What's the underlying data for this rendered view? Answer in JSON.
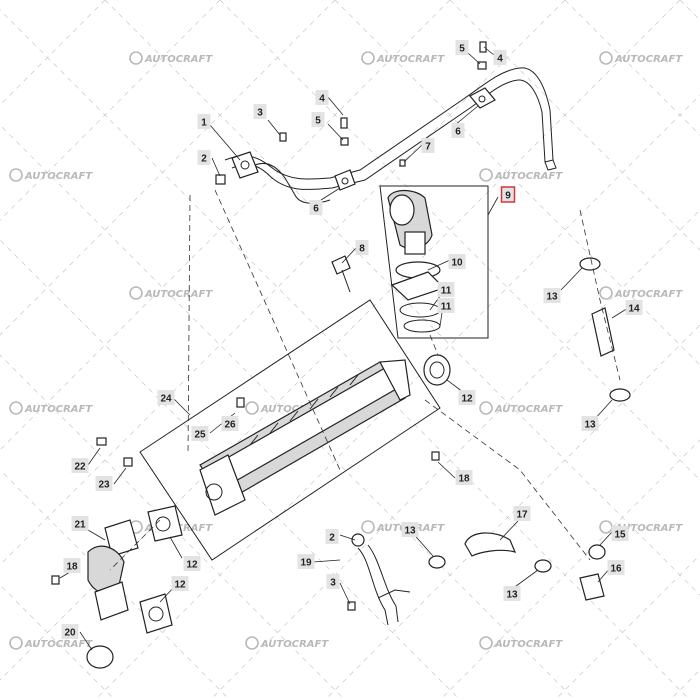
{
  "watermark": {
    "text": "AUTOCRAFT"
  },
  "callouts": [
    {
      "id": "c1",
      "label": "1",
      "highlight": false
    },
    {
      "id": "c2a",
      "label": "2",
      "highlight": false
    },
    {
      "id": "c3a",
      "label": "3",
      "highlight": false
    },
    {
      "id": "c4a",
      "label": "4",
      "highlight": false
    },
    {
      "id": "c5a",
      "label": "5",
      "highlight": false
    },
    {
      "id": "c6a",
      "label": "6",
      "highlight": false
    },
    {
      "id": "c7",
      "label": "7",
      "highlight": false
    },
    {
      "id": "c6b",
      "label": "6",
      "highlight": false
    },
    {
      "id": "c5b",
      "label": "5",
      "highlight": false
    },
    {
      "id": "c4b",
      "label": "4",
      "highlight": false
    },
    {
      "id": "c6c",
      "label": "6",
      "highlight": false
    },
    {
      "id": "c9",
      "label": "9",
      "highlight": true
    },
    {
      "id": "c8",
      "label": "8",
      "highlight": false
    },
    {
      "id": "c10",
      "label": "10",
      "highlight": false
    },
    {
      "id": "c11a",
      "label": "11",
      "highlight": false
    },
    {
      "id": "c11b",
      "label": "11",
      "highlight": false
    },
    {
      "id": "c13a",
      "label": "13",
      "highlight": false
    },
    {
      "id": "c14",
      "label": "14",
      "highlight": false
    },
    {
      "id": "c12a",
      "label": "12",
      "highlight": false
    },
    {
      "id": "c13b",
      "label": "13",
      "highlight": false
    },
    {
      "id": "c24",
      "label": "24",
      "highlight": false
    },
    {
      "id": "c25",
      "label": "25",
      "highlight": false
    },
    {
      "id": "c26",
      "label": "26",
      "highlight": false
    },
    {
      "id": "c22",
      "label": "22",
      "highlight": false
    },
    {
      "id": "c23",
      "label": "23",
      "highlight": false
    },
    {
      "id": "c18a",
      "label": "18",
      "highlight": false
    },
    {
      "id": "c21",
      "label": "21",
      "highlight": false
    },
    {
      "id": "c12b",
      "label": "12",
      "highlight": false
    },
    {
      "id": "c18b",
      "label": "18",
      "highlight": false
    },
    {
      "id": "c12c",
      "label": "12",
      "highlight": false
    },
    {
      "id": "c20",
      "label": "20",
      "highlight": false
    },
    {
      "id": "c2b",
      "label": "2",
      "highlight": false
    },
    {
      "id": "c19",
      "label": "19",
      "highlight": false
    },
    {
      "id": "c3b",
      "label": "3",
      "highlight": false
    },
    {
      "id": "c13c",
      "label": "13",
      "highlight": false
    },
    {
      "id": "c17",
      "label": "17",
      "highlight": false
    },
    {
      "id": "c13d",
      "label": "13",
      "highlight": false
    },
    {
      "id": "c15",
      "label": "15",
      "highlight": false
    },
    {
      "id": "c16",
      "label": "16",
      "highlight": false
    }
  ],
  "colors": {
    "highlight_border": "#d4353a",
    "callout_fill": "#e3e3e3",
    "watermark": "#b9b9b9"
  }
}
